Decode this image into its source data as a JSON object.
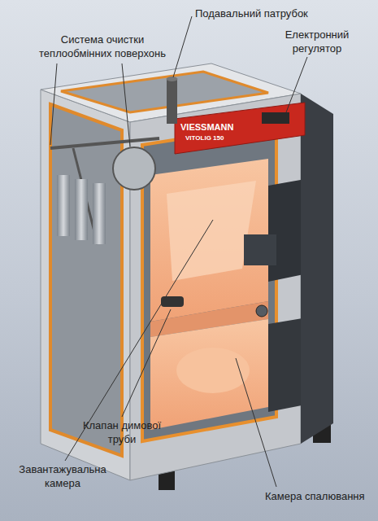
{
  "diagram": {
    "labels": [
      "Подавальний патрубок",
      "Система очистки теплообмінних поверхонь",
      "Електронний регулятор",
      "VIESSMANN",
      "VITOLIG 150",
      "Клапан димової труби",
      "Завантажувальна камера",
      "Камера спалювання"
    ]
  }
}
